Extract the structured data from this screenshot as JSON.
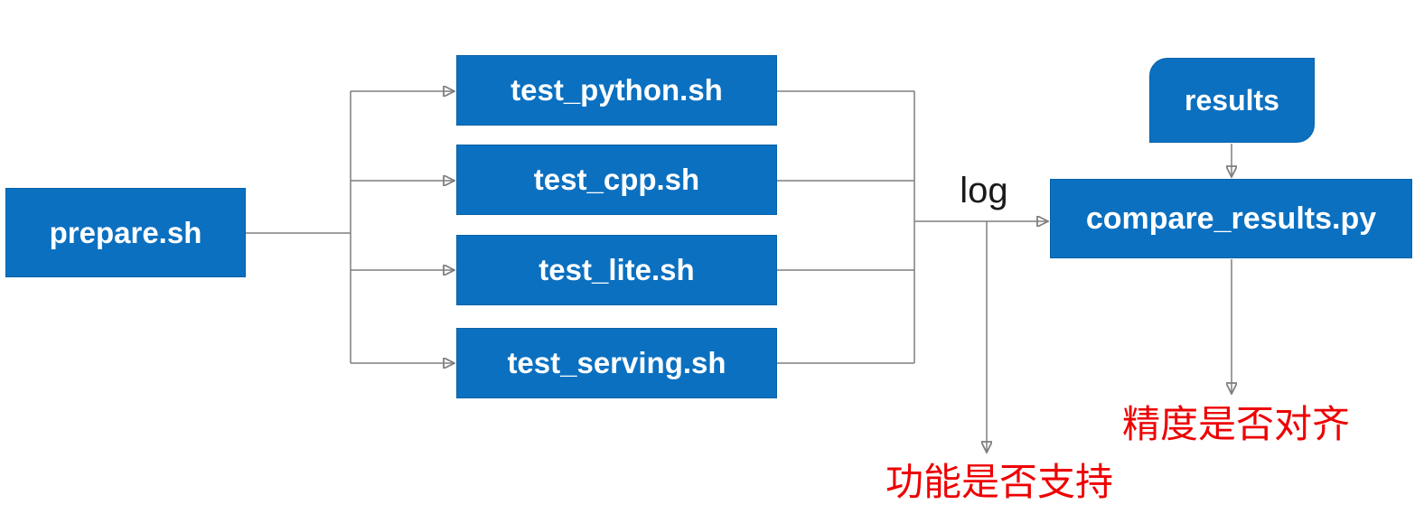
{
  "colors": {
    "node_fill": "#0b70c0",
    "node_border": "#0a62a8",
    "node_text": "#ffffff",
    "connector": "#7f7f7f",
    "log_text": "#1a1a1a",
    "warning_text": "#ee0000"
  },
  "nodes": {
    "prepare": {
      "label": "prepare.sh"
    },
    "test_python": {
      "label": "test_python.sh"
    },
    "test_cpp": {
      "label": "test_cpp.sh"
    },
    "test_lite": {
      "label": "test_lite.sh"
    },
    "test_serving": {
      "label": "test_serving.sh"
    },
    "results": {
      "label": "results"
    },
    "compare": {
      "label": "compare_results.py"
    }
  },
  "labels": {
    "log": "log",
    "feature_support": "功能是否支持",
    "precision_aligned": "精度是否对齐"
  },
  "edges": [
    {
      "from": "prepare.sh",
      "to": "test_python.sh"
    },
    {
      "from": "prepare.sh",
      "to": "test_cpp.sh"
    },
    {
      "from": "prepare.sh",
      "to": "test_lite.sh"
    },
    {
      "from": "prepare.sh",
      "to": "test_serving.sh"
    },
    {
      "from": "test scripts",
      "to": "compare_results.py",
      "label": "log"
    },
    {
      "from": "test scripts",
      "to": "功能是否支持"
    },
    {
      "from": "results",
      "to": "compare_results.py"
    },
    {
      "from": "compare_results.py",
      "to": "精度是否对齐"
    }
  ]
}
